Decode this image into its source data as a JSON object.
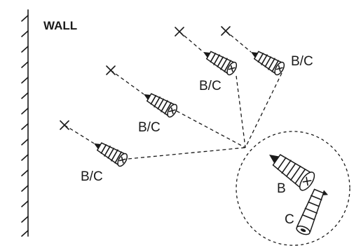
{
  "wall_label": "WALL",
  "anchors": [
    {
      "label": "B/C"
    },
    {
      "label": "B/C"
    },
    {
      "label": "B/C"
    },
    {
      "label": "B/C"
    }
  ],
  "inset": {
    "screw_label": "B",
    "plug_label": "C"
  }
}
